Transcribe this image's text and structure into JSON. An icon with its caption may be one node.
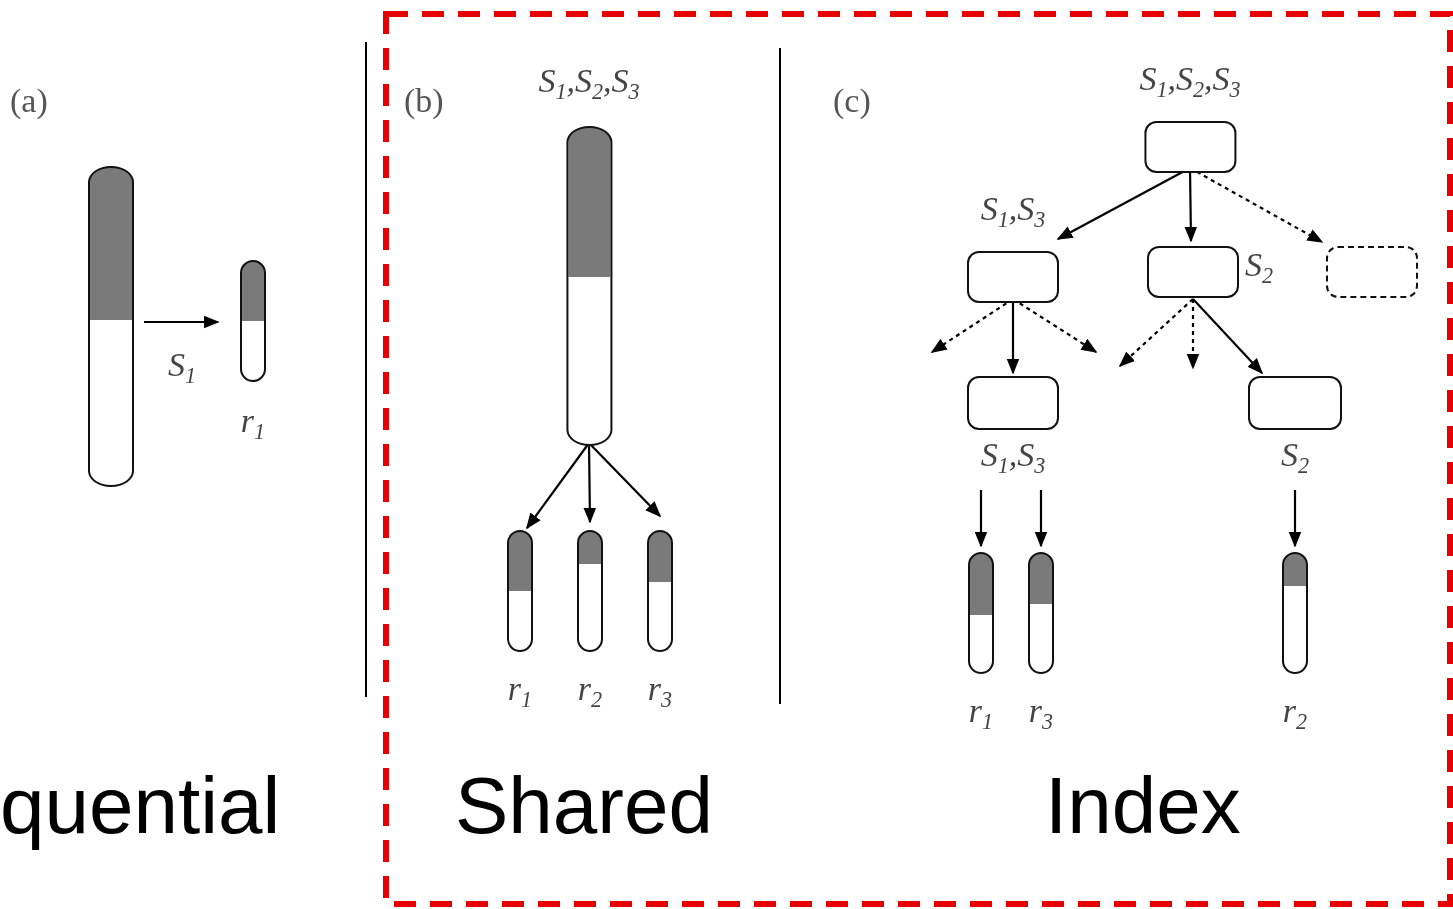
{
  "diagram": {
    "nodes": [
      {
        "text": [],
        "shape": "bar"
      },
      {
        "text": [
          "r$_{1}$"
        ]
      },
      {
        "text": [
          "S$_{1}$,S$_{2}$,S$_{3}$"
        ]
      },
      {
        "text": [
          "r$_{1}$"
        ]
      },
      {
        "text": [
          "r$_{2}$"
        ]
      },
      {
        "text": [
          "r$_{3}$"
        ]
      },
      {
        "text": [
          "S$_{1}$,S$_{2}$,S$_{3}$"
        ]
      },
      {
        "text": [
          "S$_{1}$,S$_{3}$"
        ]
      },
      {
        "text": [
          "S$_{2}$"
        ]
      },
      {
        "text": [],
        "shape": "box"
      },
      {
        "text": [
          "S$_{1}$,S$_{3}$"
        ]
      },
      {
        "text": [
          "S$_{2}$"
        ]
      },
      {
        "text": [
          "r$_{1}$"
        ]
      },
      {
        "text": [
          "r$_{3}$"
        ]
      },
      {
        "text": [
          "r$_{2}$"
        ]
      }
    ],
    "edges": [
      {
        "from": 0,
        "to": 1,
        "arrow": "to",
        "label": "S$_{1}$"
      },
      {
        "from": 2,
        "to": 3,
        "arrow": "to"
      },
      {
        "from": 2,
        "to": 4,
        "arrow": "to"
      },
      {
        "from": 2,
        "to": 5,
        "arrow": "to"
      },
      {
        "from": 6,
        "to": 7,
        "arrow": "to"
      },
      {
        "from": 6,
        "to": 8,
        "arrow": "to"
      },
      {
        "from": 6,
        "to": 9,
        "arrow": "to",
        "style": "dashed"
      },
      {
        "from": 7,
        "to": null,
        "arrow": "to",
        "style": "dashed"
      },
      {
        "from": 7,
        "to": 10,
        "arrow": "to"
      },
      {
        "from": 7,
        "to": null,
        "arrow": "to",
        "style": "dashed"
      },
      {
        "from": 8,
        "to": null,
        "arrow": "to",
        "style": "dashed"
      },
      {
        "from": 8,
        "to": null,
        "arrow": "to",
        "style": "dashed"
      },
      {
        "from": 8,
        "to": 11,
        "arrow": "to"
      },
      {
        "from": 10,
        "to": 12,
        "arrow": "to"
      },
      {
        "from": 10,
        "to": 13,
        "arrow": "to"
      },
      {
        "from": 11,
        "to": 14,
        "arrow": "to"
      }
    ],
    "labels": [
      "(a)",
      "(b)",
      "(c)",
      "quential",
      "Shared",
      "Index"
    ]
  }
}
